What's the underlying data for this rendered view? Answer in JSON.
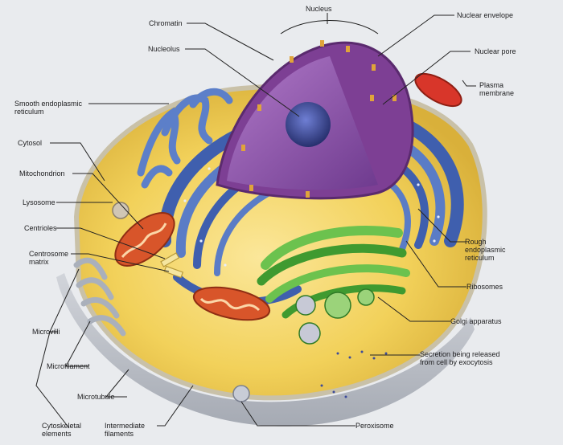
{
  "diagram": {
    "labels": {
      "nucleus": "Nucleus",
      "chromatin": "Chromatin",
      "nuclear_envelope": "Nuclear envelope",
      "nucleolus": "Nucleolus",
      "nuclear_pore": "Nuclear pore",
      "plasma_membrane": "Plasma membrane",
      "smooth_er": "Smooth endoplasmic reticulum",
      "cytosol": "Cytosol",
      "mitochondrion": "Mitochondrion",
      "lysosome": "Lysosome",
      "centrioles": "Centrioles",
      "centrosome_matrix": "Centrosome matrix",
      "rough_er": "Rough endoplasmic reticulum",
      "ribosomes": "Ribosomes",
      "golgi": "Golgi apparatus",
      "secretion": "Secretion being released from cell by exocytosis",
      "microvilli": "Microvilli",
      "microfilament": "Microfilament",
      "microtubule": "Microtubule",
      "cytoskeletal": "Cytoskeletal elements",
      "intermediate": "Intermediate filaments",
      "peroxisome": "Peroxisome"
    },
    "colors": {
      "background": "#e9ebee",
      "cytoplasm": "#f2d15a",
      "nucleus": "#8a4fa6",
      "nucleolus": "#3b4aa0",
      "rough_er": "#3f5fae",
      "golgi": "#4fae3a",
      "mitochondrion": "#d8552a",
      "smooth_er": "#5c7fc9",
      "plasma_membrane": "#c9c1a8"
    }
  }
}
